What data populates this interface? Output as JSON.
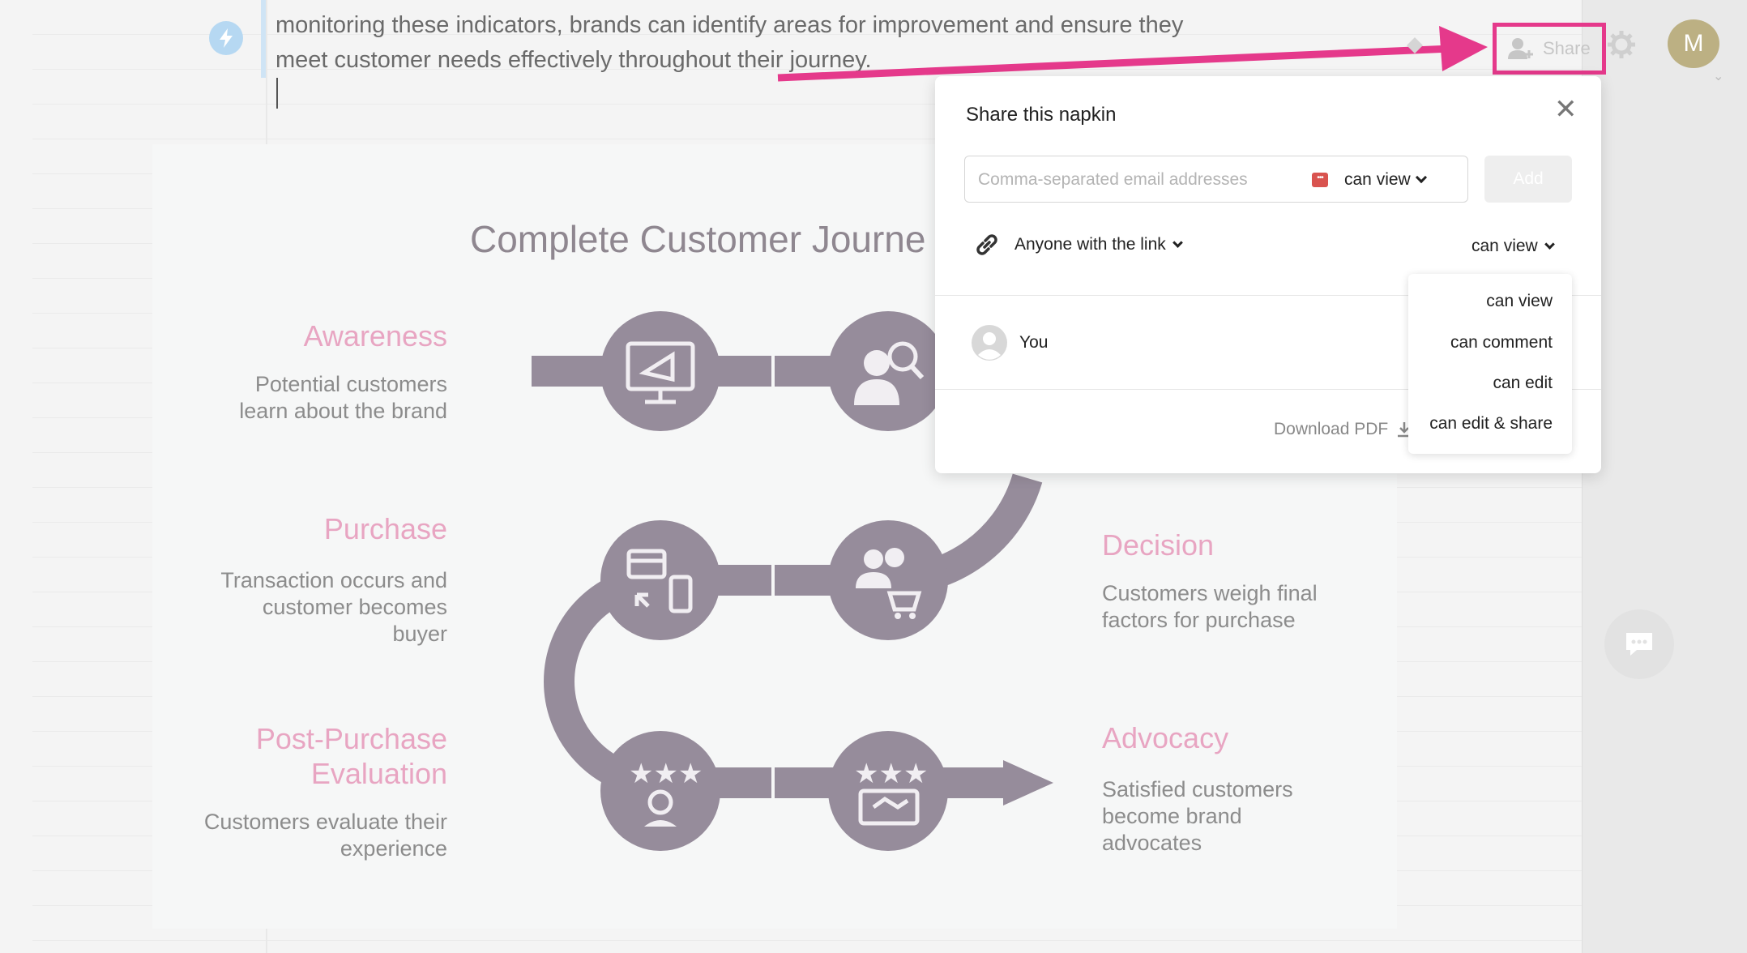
{
  "document": {
    "text_lines": [
      "monitoring these indicators, brands can identify areas for improvement and ensure they",
      "meet customer needs effectively throughout their journey."
    ]
  },
  "infographic": {
    "title": "Complete Customer Journe",
    "stages": [
      {
        "title": "Awareness",
        "desc_lines": [
          "Potential customers",
          "learn about the brand"
        ],
        "icon": "megaphone-monitor-icon"
      },
      {
        "title": "Purchase",
        "desc_lines": [
          "Transaction occurs and",
          "customer becomes",
          "buyer"
        ],
        "icon": "card-phone-icon"
      },
      {
        "title": "Post-Purchase",
        "title2": "Evaluation",
        "desc_lines": [
          "Customers evaluate their",
          "experience"
        ],
        "icon": "person-stars-icon"
      },
      {
        "title": "Decision",
        "desc_lines": [
          "Customers weigh final",
          "factors for purchase"
        ],
        "icon": "people-cart-icon"
      },
      {
        "title": "Advocacy",
        "desc_lines": [
          "Satisfied customers",
          "become brand",
          "advocates"
        ],
        "icon": "handshake-stars-icon"
      }
    ],
    "second_icon": "person-search-icon",
    "path_color": "#968c9b",
    "title_color": "#e8a5c2"
  },
  "toolbar": {
    "share_label": "Share",
    "avatar_initial": "M",
    "highlight_color": "#e5398b"
  },
  "share_dialog": {
    "title": "Share this napkin",
    "email_placeholder": "Comma-separated email addresses",
    "email_permission": "can view",
    "add_label": "Add",
    "link_access": "Anyone with the link",
    "link_permission": "can view",
    "you_label": "You",
    "download_label": "Download PDF"
  },
  "permission_menu": {
    "options": [
      "can view",
      "can comment",
      "can edit",
      "can edit & share"
    ]
  }
}
